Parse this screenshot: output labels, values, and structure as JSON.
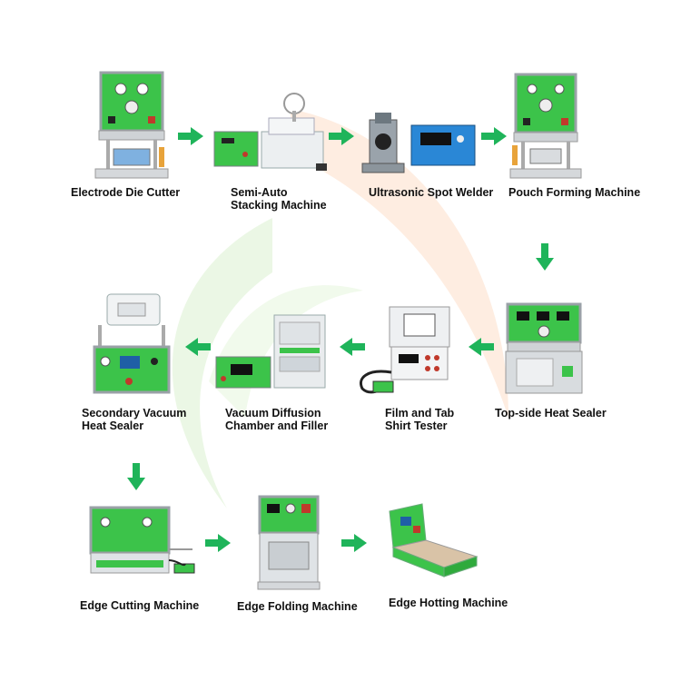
{
  "colors": {
    "arrow_green": "#1fb45a",
    "machine_green": "#3cc34a",
    "machine_frame": "#b9bec4",
    "screen_blue": "#1f5fa6",
    "watermark_green": "#dff3d6",
    "watermark_orange": "#fbe2cf"
  },
  "steps": [
    {
      "id": "s1",
      "label": [
        "Electrode Die Cutter"
      ],
      "icon": "die-cutter-machine"
    },
    {
      "id": "s2",
      "label": [
        "Semi-Auto",
        "Stacking Machine"
      ],
      "icon": "stacking-machine"
    },
    {
      "id": "s3",
      "label": [
        "Ultrasonic Spot Welder"
      ],
      "icon": "spot-welder-machine"
    },
    {
      "id": "s4",
      "label": [
        "Pouch Forming Machine"
      ],
      "icon": "pouch-forming-machine"
    },
    {
      "id": "s5",
      "label": [
        "Top-side Heat Sealer"
      ],
      "icon": "heat-sealer-machine"
    },
    {
      "id": "s6",
      "label": [
        "Film and Tab",
        "Shirt Tester"
      ],
      "icon": "tester-machine"
    },
    {
      "id": "s7",
      "label": [
        "Vacuum Diffusion",
        "Chamber and Filler"
      ],
      "icon": "vacuum-chamber-machine"
    },
    {
      "id": "s8",
      "label": [
        "Secondary Vacuum",
        "Heat Sealer"
      ],
      "icon": "vacuum-sealer-machine"
    },
    {
      "id": "s9",
      "label": [
        "Edge Cutting Machine"
      ],
      "icon": "edge-cutting-machine"
    },
    {
      "id": "s10",
      "label": [
        "Edge Folding Machine"
      ],
      "icon": "edge-folding-machine"
    },
    {
      "id": "s11",
      "label": [
        "Edge Hotting Machine"
      ],
      "icon": "edge-hotting-machine"
    }
  ],
  "arrows": [
    {
      "from": "s1",
      "to": "s2",
      "direction": "right"
    },
    {
      "from": "s2",
      "to": "s3",
      "direction": "right"
    },
    {
      "from": "s3",
      "to": "s4",
      "direction": "right"
    },
    {
      "from": "s4",
      "to": "s5",
      "direction": "down"
    },
    {
      "from": "s5",
      "to": "s6",
      "direction": "left"
    },
    {
      "from": "s6",
      "to": "s7",
      "direction": "left"
    },
    {
      "from": "s7",
      "to": "s8",
      "direction": "left"
    },
    {
      "from": "s8",
      "to": "s9",
      "direction": "down"
    },
    {
      "from": "s9",
      "to": "s10",
      "direction": "right"
    },
    {
      "from": "s10",
      "to": "s11",
      "direction": "right"
    }
  ]
}
